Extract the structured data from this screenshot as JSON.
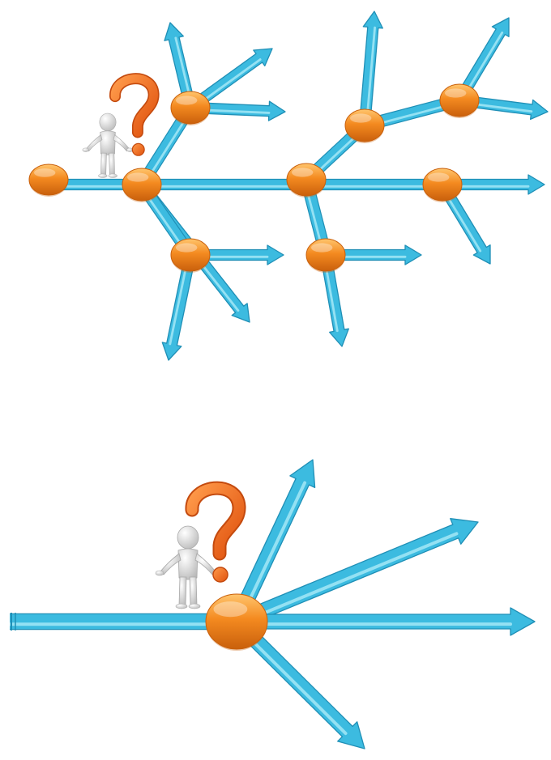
{
  "colors": {
    "arrow_fill": "#3cbbe0",
    "arrow_highlight": "#9ee6f6",
    "arrow_shadow": "#1f8fb6",
    "node_fill": "#f48a20",
    "node_highlight": "#ffc56d",
    "node_shadow": "#c9600c",
    "question_mark": "#f46c1c",
    "figure_light": "#f4f4f4",
    "figure_dark": "#b9b9b9",
    "background": "#ffffff"
  },
  "icons": {
    "figure": "person-pondering-icon",
    "question": "question-mark-icon"
  },
  "diagrams": [
    {
      "name": "branching-paths-diagram",
      "kind": "tree"
    },
    {
      "name": "single-decision-point-diagram",
      "kind": "fan"
    }
  ]
}
